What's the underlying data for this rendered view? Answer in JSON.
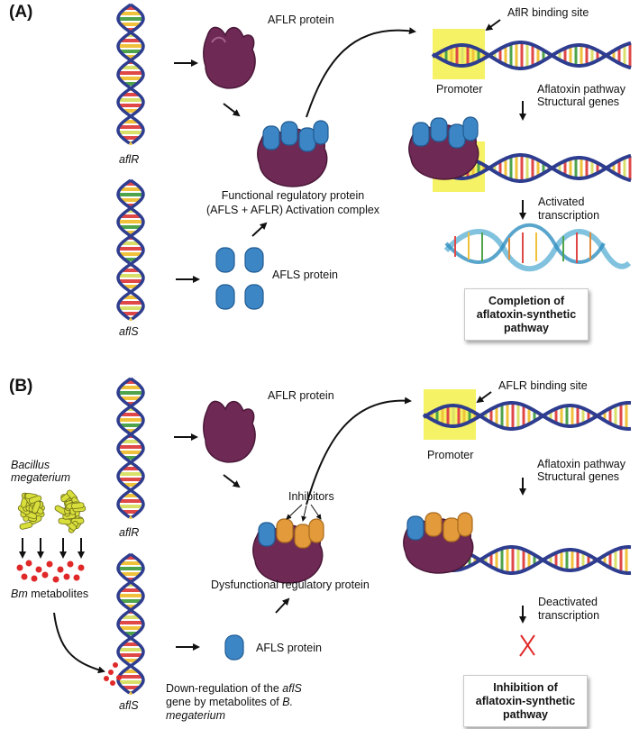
{
  "panel_a": {
    "label": "(A)",
    "afir_protein": "AFLR protein",
    "afir_gene": "aflR",
    "afls_gene": "aflS",
    "binding_site": "AflR binding site",
    "promoter": "Promoter",
    "structural_genes_1": "Aflatoxin pathway",
    "structural_genes_2": "Structural genes",
    "complex_1": "Functional regulatory protein",
    "complex_2": "(AFLS + AFLR) Activation complex",
    "afls_protein": "AFLS protein",
    "transcription_1": "Activated",
    "transcription_2": "transcription",
    "result_1": "Completion of",
    "result_2": "aflatoxin-synthetic",
    "result_3": "pathway"
  },
  "panel_b": {
    "label": "(B)",
    "afir_protein": "AFLR protein",
    "afir_gene": "aflR",
    "afls_gene": "aflS",
    "binding_site": "AFLR binding site",
    "promoter": "Promoter",
    "structural_genes_1": "Aflatoxin pathway",
    "structural_genes_2": "Structural genes",
    "bacillus_1": "Bacillus",
    "bacillus_2": "megaterium",
    "metabolites_abbr": "Bm",
    "metabolites_word": "metabolites",
    "inhibitors": "Inhibitors",
    "complex": "Dysfunctional regulatory protein",
    "afls_protein": "AFLS protein",
    "transcription_1": "Deactivated",
    "transcription_2": "transcription",
    "downreg_1": "Down-regulation of the",
    "downreg_gene": "aflS",
    "downreg_2": "gene by metabolites of",
    "downreg_3": "B.",
    "downreg_4": "megaterium",
    "result_1": "Inhibition of",
    "result_2": "aflatoxin-synthetic",
    "result_3": "pathway"
  },
  "colors": {
    "aflr_protein": "#6e2a55",
    "afls_protein": "#3d86c6",
    "inhibitor": "#e39a3a",
    "promoter_highlight": "#f4f04a",
    "dna_backbone": "#2e3d8f",
    "bacillus": "#d8de3a",
    "metabolite": "#e02828"
  }
}
